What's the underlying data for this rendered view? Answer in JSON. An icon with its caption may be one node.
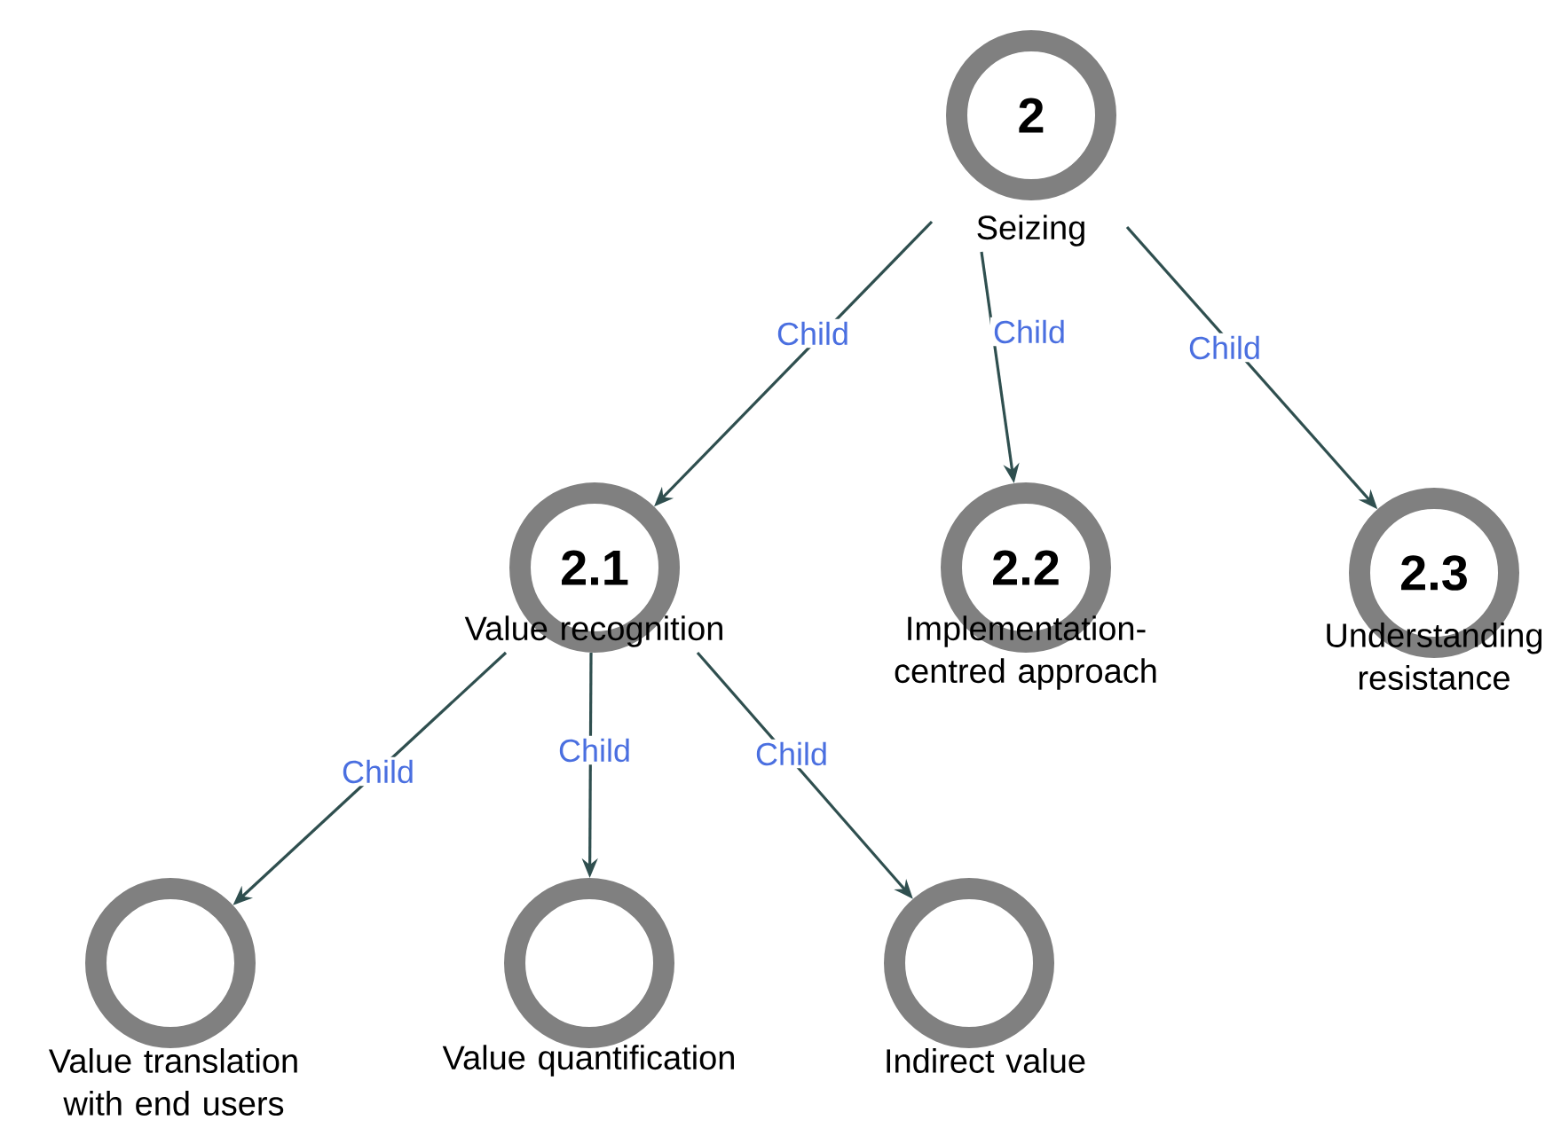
{
  "diagram": {
    "nodes": [
      {
        "text": [
          "2",
          "Seizing"
        ]
      },
      {
        "text": [
          "2.1",
          "Value recognition"
        ]
      },
      {
        "text": [
          "2.2",
          "Implementation-centred approach"
        ]
      },
      {
        "text": [
          "2.3",
          "Understanding resistance"
        ]
      },
      {
        "text": [
          "Value translation with end users"
        ]
      },
      {
        "text": [
          "Value quantification"
        ]
      },
      {
        "text": [
          "Indirect value"
        ]
      }
    ],
    "edges": [
      {
        "from": 0,
        "to": 1,
        "arrow": "to",
        "label": "Child"
      },
      {
        "from": 0,
        "to": 2,
        "arrow": "to",
        "label": "Child"
      },
      {
        "from": 0,
        "to": 3,
        "arrow": "to",
        "label": "Child"
      },
      {
        "from": 1,
        "to": 4,
        "arrow": "to",
        "label": "Child"
      },
      {
        "from": 1,
        "to": 5,
        "arrow": "to",
        "label": "Child"
      },
      {
        "from": 1,
        "to": 6,
        "arrow": "to",
        "label": "Child"
      }
    ]
  }
}
